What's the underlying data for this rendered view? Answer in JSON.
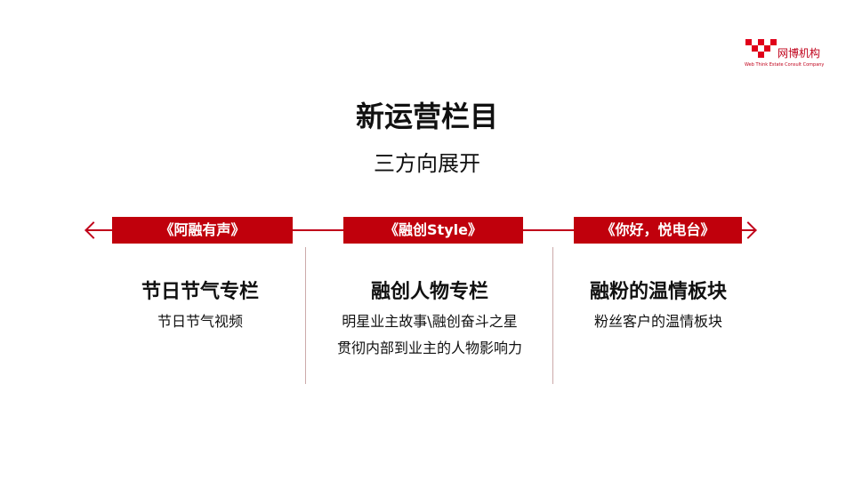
{
  "logo": {
    "name": "网博机构",
    "tagline": "Web Think Estate Consult Company"
  },
  "title": "新运营栏目",
  "subtitle": "三方向展开",
  "accent_color": "#c0000c",
  "columns": [
    {
      "tag": "《阿融有声》",
      "heading": "节日节气专栏",
      "lines": [
        "节日节气视频"
      ]
    },
    {
      "tag": "《融创Style》",
      "heading": "融创人物专栏",
      "lines": [
        "明星业主故事\\融创奋斗之星",
        "贯彻内部到业主的人物影响力"
      ]
    },
    {
      "tag": "《你好，悦电台》",
      "heading": "融粉的温情板块",
      "lines": [
        "粉丝客户的温情板块"
      ]
    }
  ]
}
